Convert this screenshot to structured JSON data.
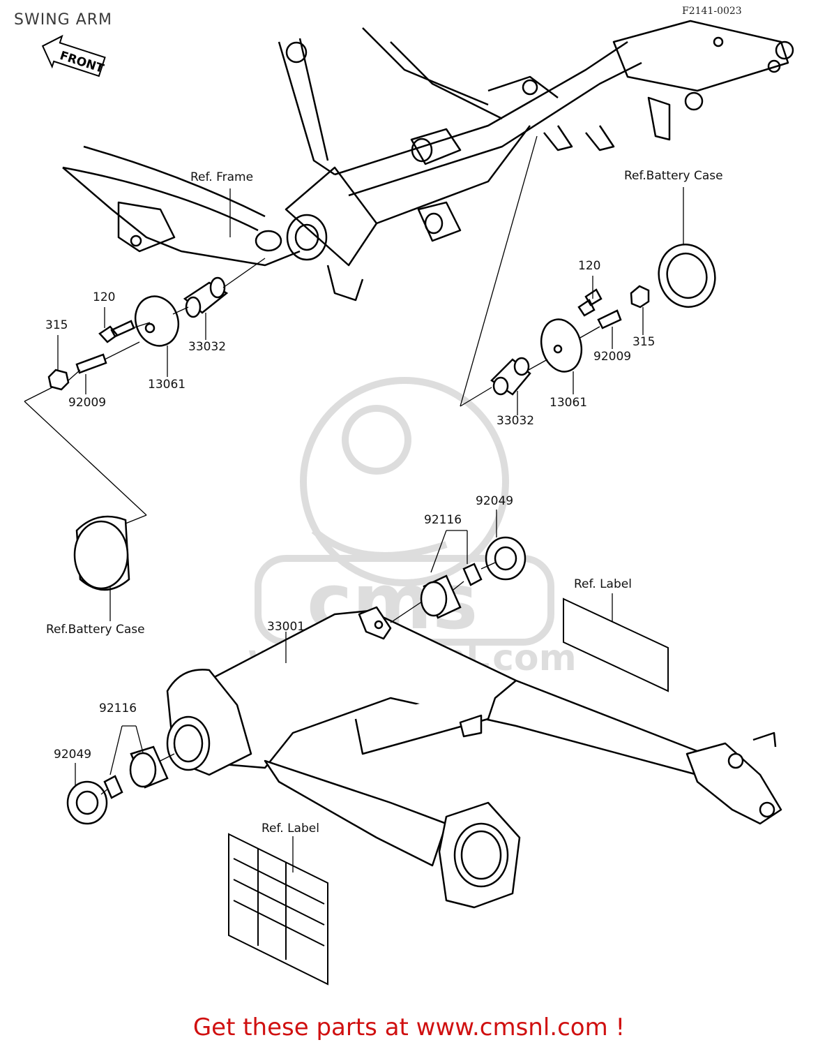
{
  "header": {
    "title": "SWING ARM",
    "diagram_code": "F2141-0023"
  },
  "front_arrow": {
    "text": "FRONT"
  },
  "callouts": {
    "ref_frame": "Ref. Frame",
    "ref_battery_case_top": "Ref.Battery Case",
    "ref_battery_case_left": "Ref.Battery Case",
    "ref_label_right": "Ref. Label",
    "ref_label_bottom": "Ref. Label"
  },
  "parts_left_mount": {
    "bolt": "120",
    "nut": "315",
    "screw": "92009",
    "plate": "13061",
    "collar": "33032"
  },
  "parts_right_mount": {
    "bolt": "120",
    "nut": "315",
    "screw": "92009",
    "plate": "13061",
    "collar": "33032"
  },
  "parts_swing_arm": {
    "swing_arm": "33001",
    "bearing_right": "92116",
    "seal_right": "92049",
    "bearing_left": "92116",
    "seal_left": "92049"
  },
  "watermark": {
    "logo_text": "cms",
    "url_text": "www.cmsnl.com"
  },
  "footer": {
    "text": "Get these parts at www.cmsnl.com !"
  }
}
